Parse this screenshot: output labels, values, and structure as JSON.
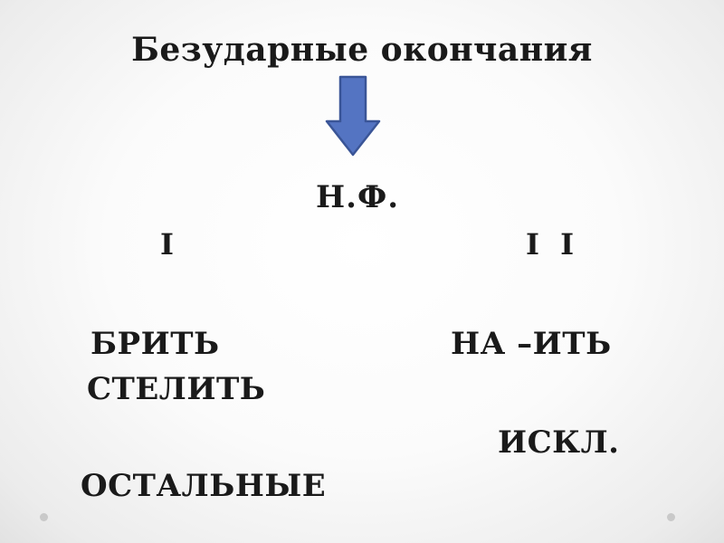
{
  "slide": {
    "title": "Безударные окончания",
    "arrow_icon": "down-arrow-icon",
    "arrow_color": "#4a6db8",
    "infinitive_label": "Н.Ф.",
    "conjugation_1_label": "I",
    "conjugation_2_label": "I I",
    "items": {
      "brit": "БРИТЬ",
      "na_it": "НА –ИТЬ",
      "stelit": "СТЕЛИТЬ",
      "exceptions": "ИСКЛ.",
      "others": "ОСТАЛЬНЫЕ"
    }
  }
}
